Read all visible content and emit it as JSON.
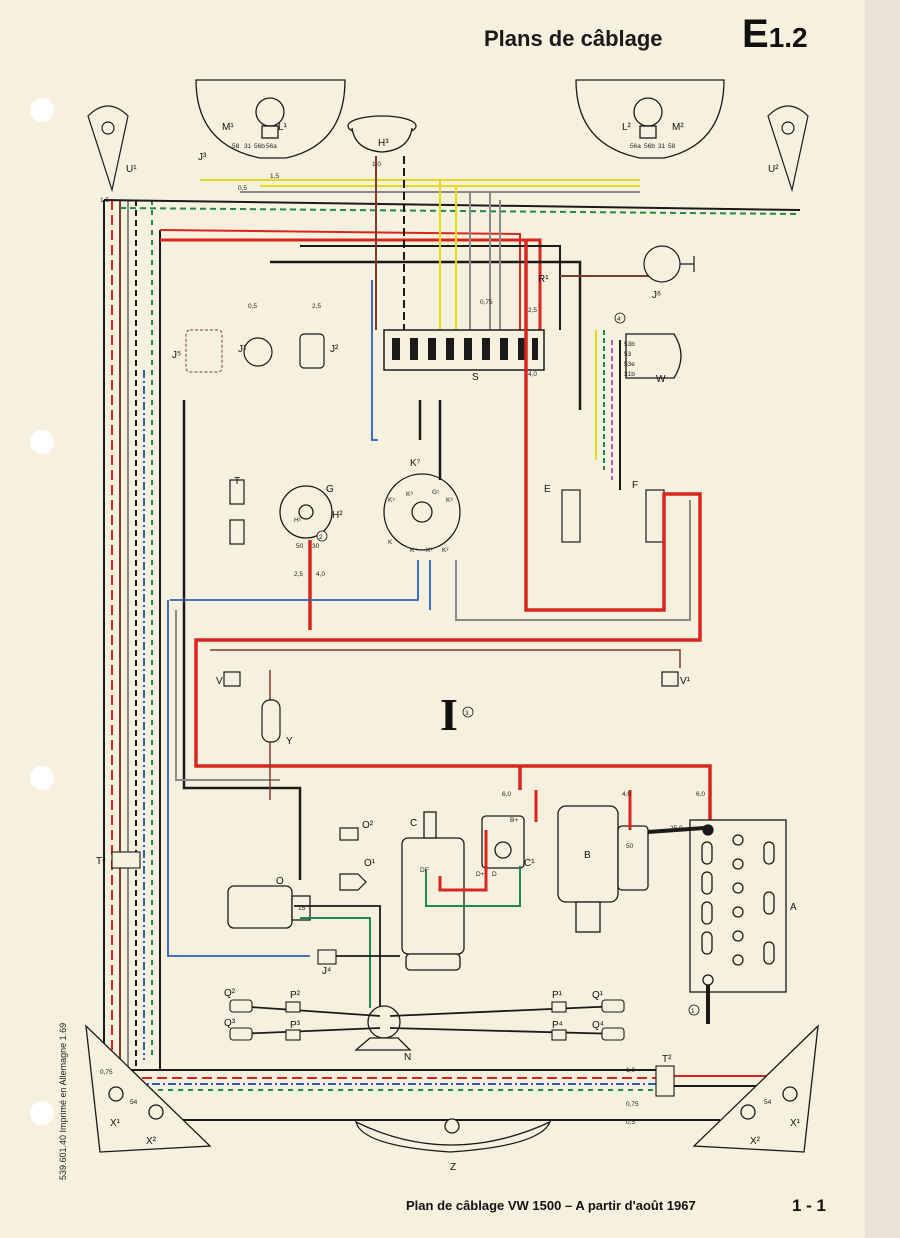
{
  "header": {
    "title": "Plans de câblage",
    "code_letter": "E",
    "code_number": "1.2"
  },
  "footer": {
    "title": "Plan de câblage VW 1500 – A partir d'août 1967",
    "page": "1 - 1"
  },
  "print_note": "539.601.40 Imprimé en Allemagne 1.69",
  "component_labels": {
    "M1": "M¹",
    "L1": "L¹",
    "L2": "L²",
    "M2": "M²",
    "H3": "H³",
    "U1": "U¹",
    "U2": "U²",
    "J3": "J³",
    "J6": "J⁶",
    "J5": "J⁵",
    "J1": "J¹",
    "J2": "J²",
    "R1": "R¹",
    "S": "S",
    "W": "W",
    "T": "T",
    "G": "G",
    "H2": "H²",
    "H1": "H¹",
    "K7": "K⁷",
    "K6": "K⁶",
    "K5": "K⁵",
    "G1": "G¹",
    "K3": "K³",
    "K": "K",
    "K4": "K⁴",
    "K1": "K¹",
    "K2": "K²",
    "E": "E",
    "F": "F",
    "V": "V",
    "V1": "V¹",
    "Y": "Y",
    "I": "I",
    "O2": "O²",
    "O1": "O¹",
    "O": "O",
    "C": "C",
    "C1": "C¹",
    "B": "B",
    "A": "A",
    "J4": "J⁴",
    "T3": "T³",
    "N": "N",
    "P2": "P²",
    "P3": "P³",
    "P1": "P¹",
    "P4": "P⁴",
    "Q1": "Q¹",
    "Q2": "Q²",
    "Q3": "Q³",
    "Q4": "Q⁴",
    "T2": "T²",
    "X1": "X¹",
    "X2": "X²",
    "Z": "Z",
    "D": "D"
  },
  "callouts": {
    "c1": "1",
    "c2": "2",
    "c3": "3",
    "c4": "4"
  },
  "wire_sizes": {
    "w1": "1,5",
    "w2": "1,0",
    "w3": "0,5",
    "w4": "2,5",
    "w5": "4,0",
    "w6": "6,0",
    "w7": "25,0",
    "w8": "0,75",
    "w9": "2,5"
  },
  "terminals": {
    "t58": "58",
    "t31": "31",
    "t56b": "56b",
    "t56a": "56a",
    "t30": "30",
    "t50": "50",
    "t15": "15",
    "t53": "53",
    "t53b": "53b",
    "t53e": "53e",
    "t31b": "31b",
    "tDF": "DF",
    "tD": "D+",
    "tB": "B+",
    "t54": "54"
  },
  "colors": {
    "paper": "#f6f0df",
    "black": "#1a1a1a",
    "red": "#d7261e",
    "green": "#1f8a4c",
    "yellow": "#e8d818",
    "blue": "#2c5fb8",
    "brown": "#7a3e2c",
    "grey": "#8a8a8a",
    "white_wire": "#cfcfcf"
  }
}
